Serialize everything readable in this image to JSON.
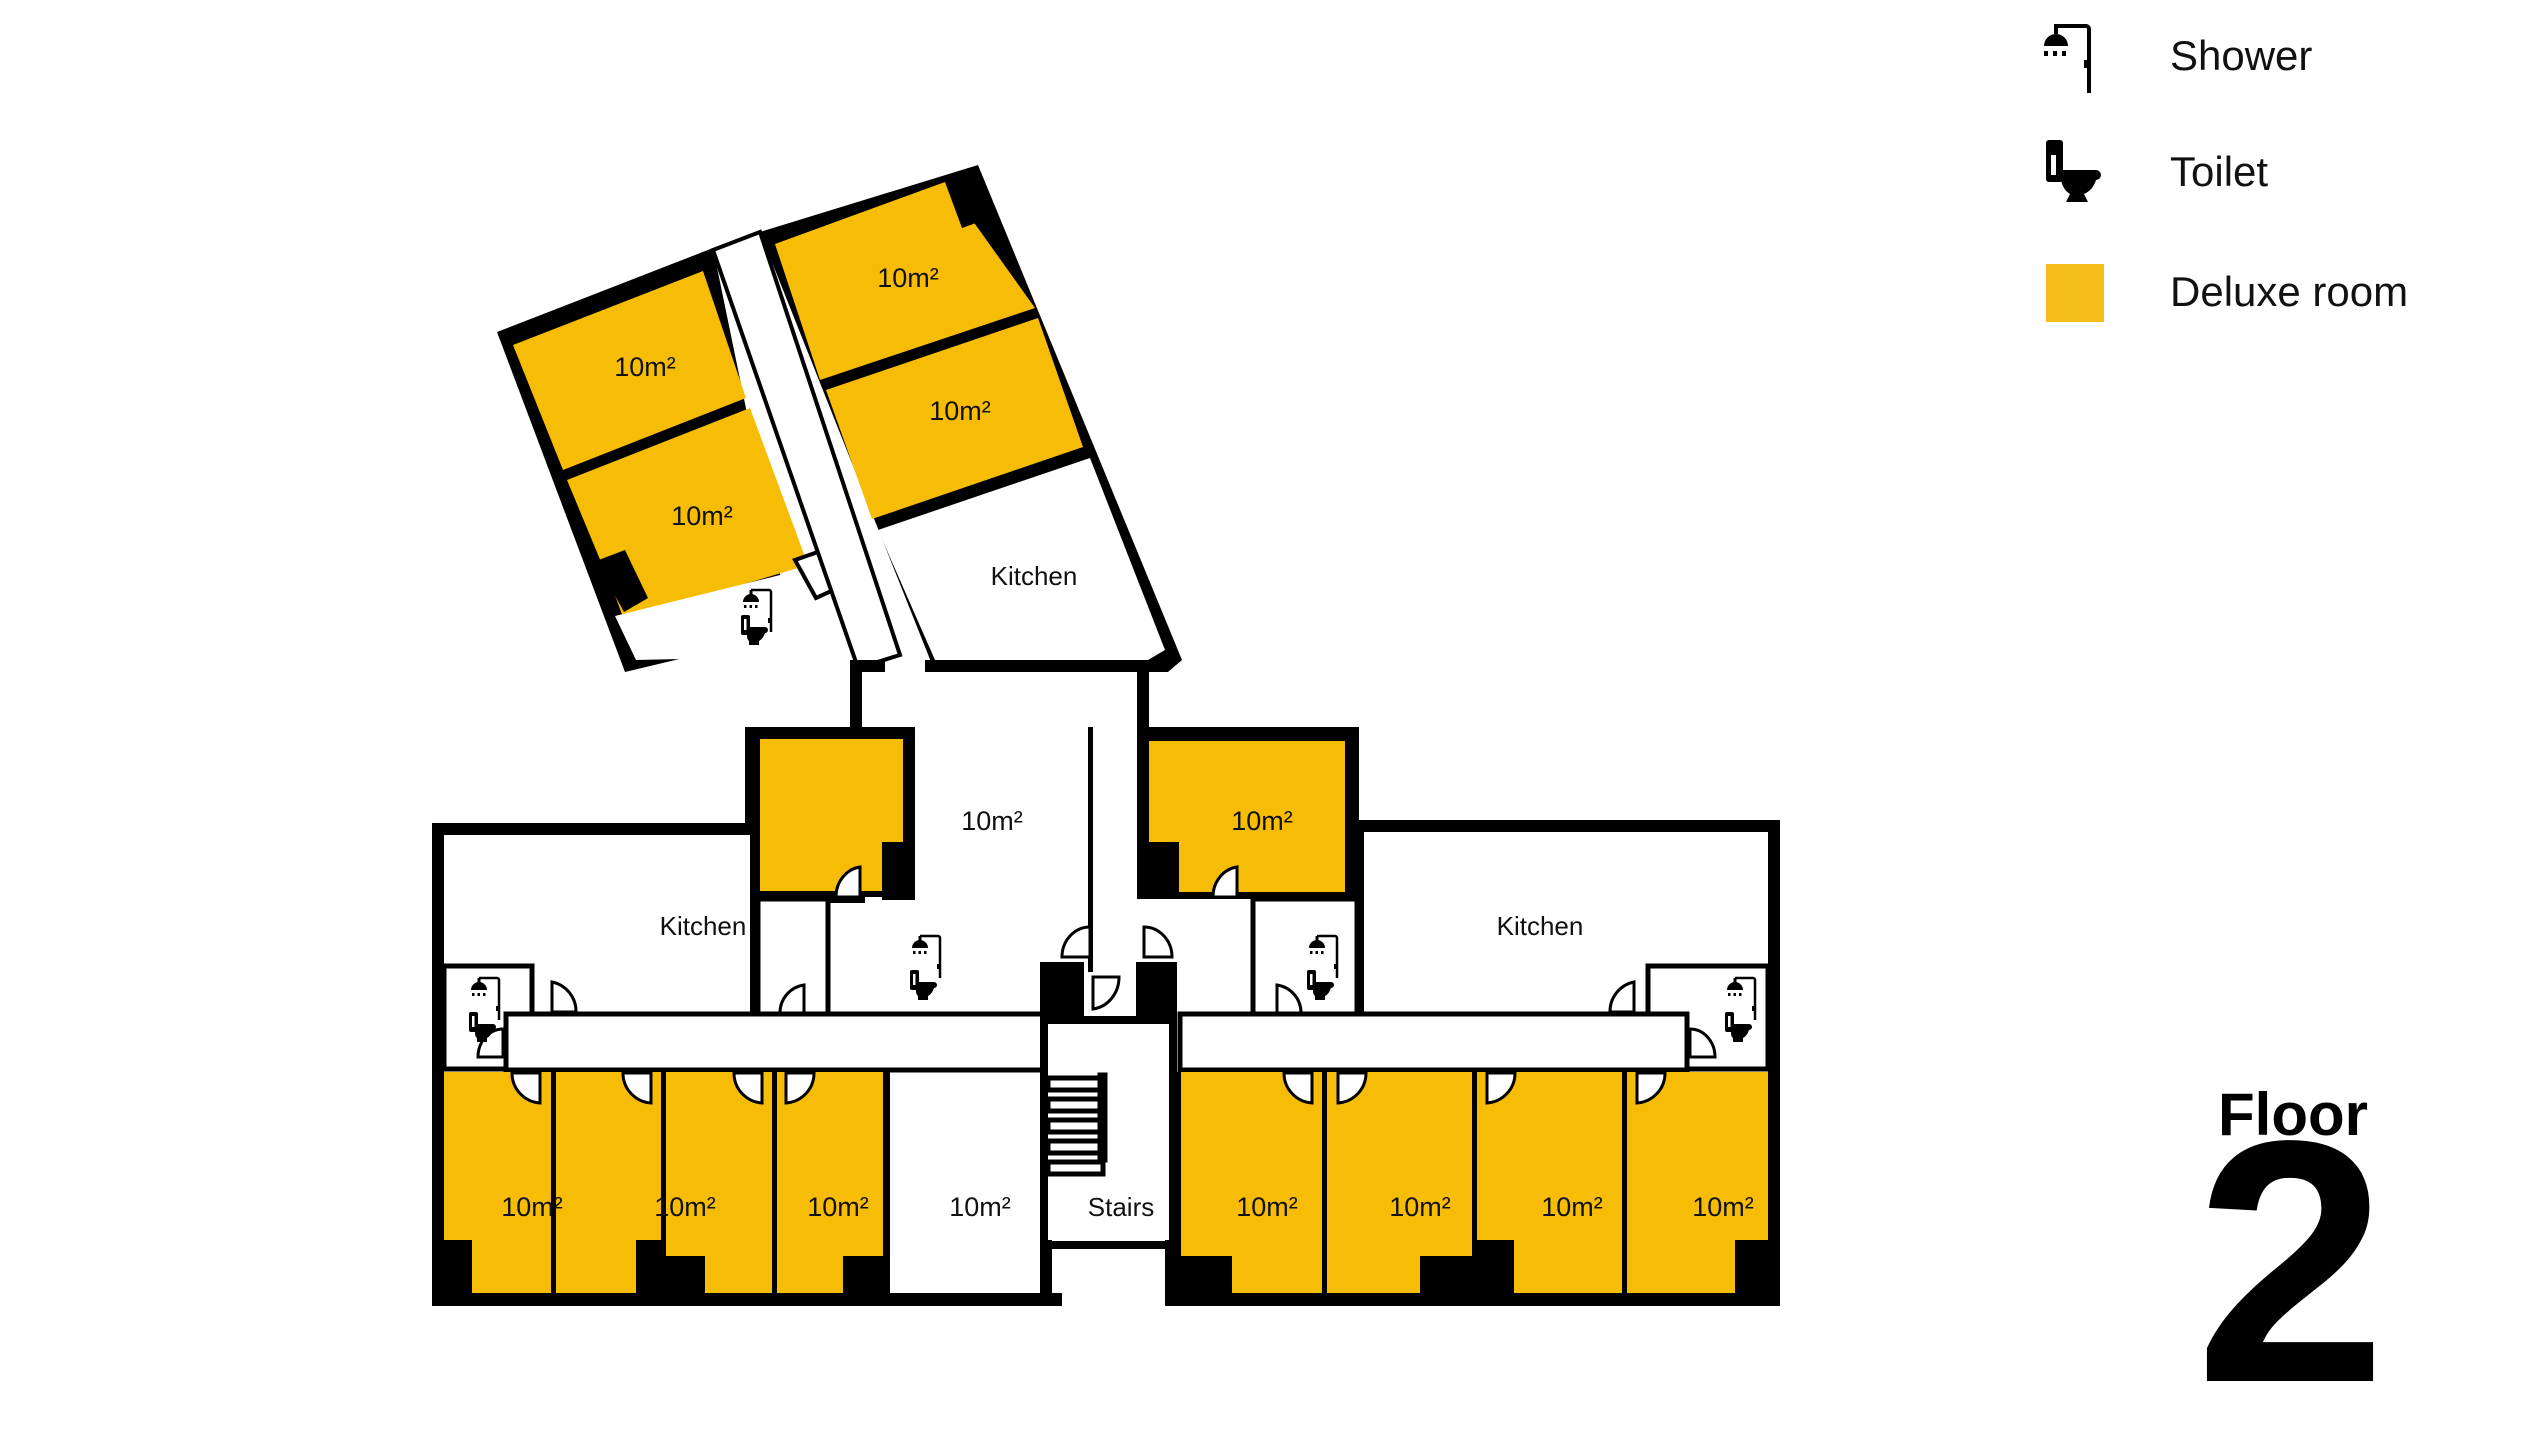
{
  "legend": {
    "items": [
      {
        "icon": "shower-icon",
        "label": "Shower"
      },
      {
        "icon": "toilet-icon",
        "label": "Toilet"
      },
      {
        "icon": "swatch",
        "label": "Deluxe room",
        "color": "#F6BE1A"
      }
    ]
  },
  "floor": {
    "label": "Floor",
    "number": "2"
  },
  "colors": {
    "deluxe": "#F7BD06",
    "wall": "#000000",
    "background": "#FFFFFF"
  },
  "rooms": {
    "area_label": "10m²",
    "area_value": "10m",
    "area_sup": "2",
    "tilted_wing": [
      "10m²",
      "10m²",
      "10m²",
      "10m²"
    ],
    "center_top": [
      "10m²",
      "10m²"
    ],
    "left_bottom": [
      "10m²",
      "10m²",
      "10m²",
      "10m²"
    ],
    "right_bottom": [
      "10m²",
      "10m²",
      "10m²",
      "10m²"
    ]
  },
  "labels": {
    "kitchen_tilted": "Kitchen",
    "kitchen_left": "Kitchen",
    "kitchen_right": "Kitchen",
    "stairs": "Stairs"
  }
}
